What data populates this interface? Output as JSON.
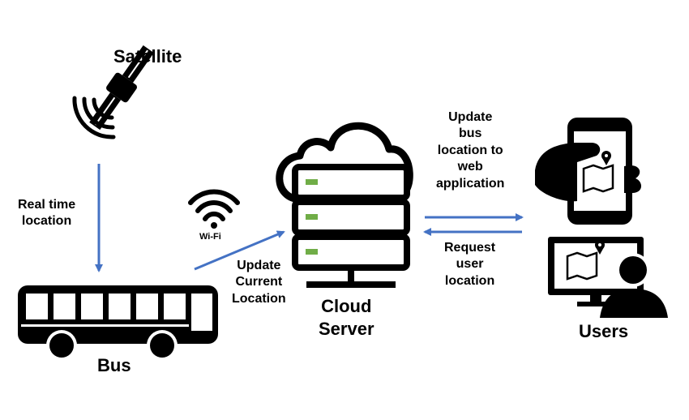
{
  "colors": {
    "arrow": "#4472C4",
    "icon": "#000000",
    "led": "#70AD47",
    "background": "#FFFFFF"
  },
  "icons": [
    "satellite-icon",
    "wifi-icon",
    "bus-icon",
    "cloud-server-icon",
    "smartphone-map-icon",
    "desktop-user-map-icon"
  ],
  "labels": {
    "satellite": "Satellite",
    "real_time_location": "Real time\nlocation",
    "wifi": "Wi-Fi",
    "bus": "Bus",
    "update_current_location": "Update\nCurrent\nLocation",
    "cloud_server": "Cloud\nServer",
    "update_bus_location": "Update\nbus\nlocation to\nweb\napplication",
    "request_user_location": "Request\nuser\nlocation",
    "users": "Users"
  }
}
